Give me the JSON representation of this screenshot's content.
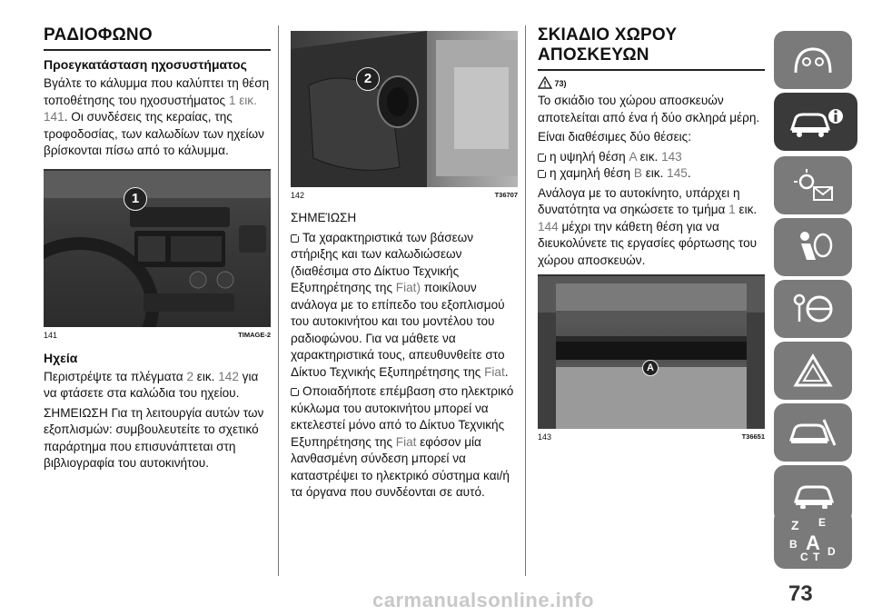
{
  "col1": {
    "title": "ΡΑΔΙΟΦΩΝΟ",
    "sub1": "Προεγκατάσταση ηχοσυστήματος",
    "p1a": "Βγάλτε το κάλυμμα που καλύπτει τη θέση τοποθέτησης του ηχοσυστήματος ",
    "p1ref": "1 εικ. 141",
    "p1b": ". Οι συνδέσεις της κεραίας, της τροφοδοσίας, των καλωδίων των ηχείων βρίσκονται πίσω από το κάλυμμα.",
    "fig_num": "141",
    "fig_code": "TIMAGE-2",
    "callout": "1",
    "sub2": "Ηχεία",
    "p2a": "Περιστρέψτε τα πλέγματα ",
    "p2ref1": "2",
    "p2b": " εικ. ",
    "p2ref2": "142",
    "p2c": " για να φτάσετε στα καλώδια του ηχείου.",
    "p3": "ΣΗΜΕΙΩΣΗ Για τη λειτουργία αυτών των εξοπλισμών: συμβουλευτείτε το σχετικό παράρτημα που επισυνάπτεται στη βιβλιογραφία του αυτοκινήτου."
  },
  "col2": {
    "fig_num": "142",
    "fig_code": "T36707",
    "callout": "2",
    "note_title": "ΣΗΜΕΊΩΣΗ",
    "n1a": "Τα χαρακτηριστικά των βάσεων στήριξης και των καλωδιώσεων (διαθέσιμα στο Δίκτυο Τεχνικής Εξυπηρέτησης της ",
    "n1fiat": "Fiat)",
    "n1b": " ποικίλουν ανάλογα με το επίπεδο του εξοπλισμού του αυτοκινήτου και του μοντέλου του ραδιοφώνου. Για να μάθετε να χαρακτηριστικά τους, απευθυνθείτε στο Δίκτυο Τεχνικής Εξυπηρέτησης της ",
    "n1fiat2": "Fiat",
    "n1c": ".",
    "n2a": "Οποιαδήποτε επέμβαση στο ηλεκτρικό κύκλωμα του αυτοκινήτου μπορεί να εκτελεστεί μόνο από το Δίκτυο Τεχνικής Εξυπηρέτησης της ",
    "n2fiat": "Fiat",
    "n2b": " εφόσον μία λανθασμένη σύνδεση μπορεί να καταστρέψει το ηλεκτρικό σύστημα και/ή τα όργανα που συνδέονται σε αυτό."
  },
  "col3": {
    "title_line1": "ΣΚΙΑΔΙΟ ΧΩΡΟΥ",
    "title_line2": "ΑΠΟΣΚΕΥΩΝ",
    "warn_ref": "73)",
    "p1": "Το σκιάδιο του χώρου αποσκευών αποτελείται από ένα ή δύο σκληρά μέρη.",
    "p2": "Είναι διαθέσιμες δύο θέσεις:",
    "b1a": "η υψηλή θέση ",
    "b1ref1": "A",
    "b1b": " εικ. ",
    "b1ref2": "143",
    "b2a": "η χαμηλή θέση ",
    "b2ref1": "B",
    "b2b": " εικ. ",
    "b2ref2": "145",
    "b2c": ".",
    "p3a": "Ανάλογα με το αυτοκίνητο, υπάρχει η δυνατότητα να σηκώσετε το τμήμα ",
    "p3ref1": "1",
    "p3b": " εικ. ",
    "p3ref2": "144",
    "p3c": " μέχρι την κάθετη θέση για να διευκολύνετε τις εργασίες φόρτωσης του χώρου αποσκευών.",
    "fig_num": "143",
    "fig_code": "T36651",
    "callout": "A"
  },
  "page_number": "73",
  "watermark": "carmanualsonline.info",
  "sidebar_icons": [
    "dashboard-icon",
    "car-info-icon",
    "lights-envelope-icon",
    "airbag-icon",
    "keys-steering-icon",
    "warning-triangle-icon",
    "car-wrench-icon",
    "index-alphabet-icon"
  ]
}
